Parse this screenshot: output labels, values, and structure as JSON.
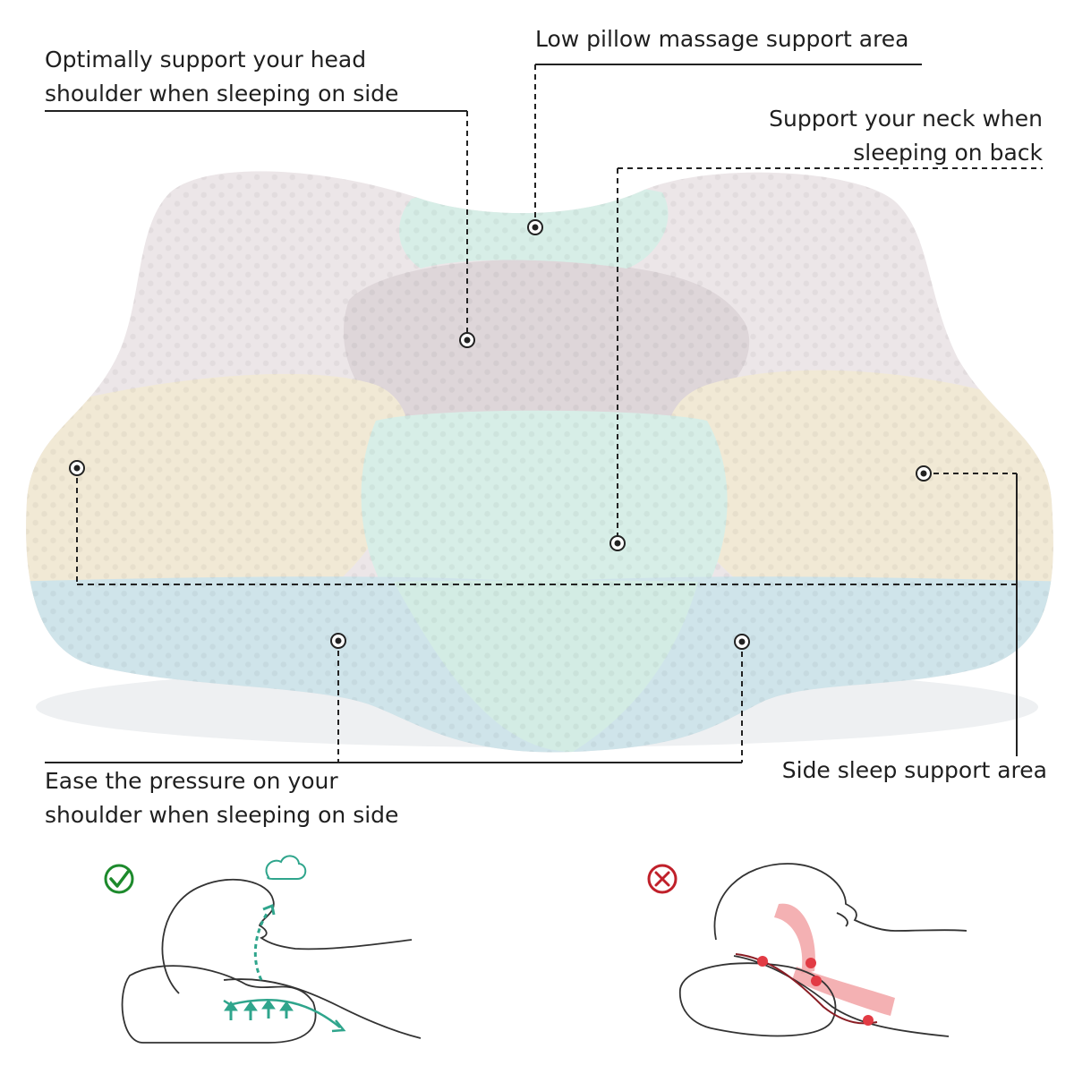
{
  "callouts": {
    "head_shoulder": {
      "line1": "Optimally support your head",
      "line2": "shoulder when sleeping on side"
    },
    "low_pillow": {
      "text": "Low pillow massage support area"
    },
    "neck_back": {
      "line1": "Support your neck when",
      "line2": "sleeping on back"
    },
    "ease_pressure": {
      "line1": "Ease the pressure on your",
      "line2": "shoulder when sleeping on side"
    },
    "side_sleep": {
      "text": "Side sleep support area"
    }
  },
  "colors": {
    "pillow_top": "#ece6e8",
    "pillow_center": "#ded6d9",
    "massage_zone": "#d7eee7",
    "side_wings": "#f1e9d5",
    "pillow_base": "#cfe4ea",
    "good_icon": "#1d8a2c",
    "bad_icon": "#c0202a",
    "airflow": "#2fa58c",
    "pressure": "#f2a3a6"
  },
  "icons": {
    "good": "check-circle-icon",
    "bad": "x-circle-icon"
  }
}
